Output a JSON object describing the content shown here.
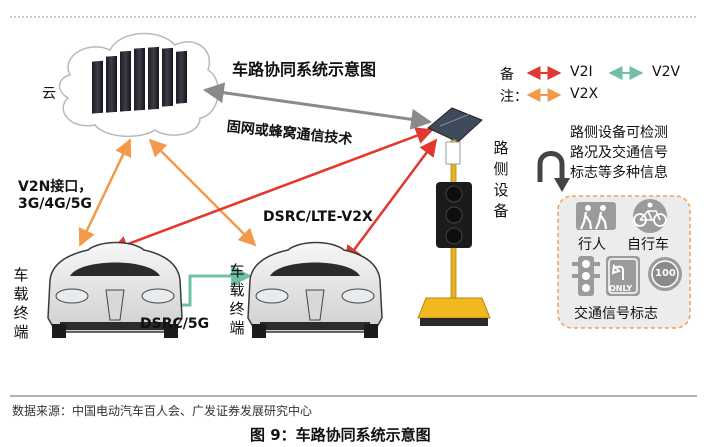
{
  "diagram": {
    "title": "车路协同系统示意图",
    "cloud_label": "云",
    "wired_label": "固网或蜂窝通信技术",
    "v2n_label_line1": "V2N接口，",
    "v2n_label_line2": "3G/4G/5G",
    "dsrc_lte_label": "DSRC/LTE-V2X",
    "dsrc5g_label": "DSRC/5G",
    "vehicle_terminal_left": "车载终端",
    "vehicle_terminal_right": "车载终端",
    "roadside_device": "路侧设备",
    "legend": {
      "prefix_line1": "备",
      "prefix_line2": "注：",
      "v2i": "V2I",
      "v2v": "V2V",
      "v2x": "V2X"
    },
    "roadside_desc_line1": "路侧设备可检测",
    "roadside_desc_line2": "路况及交通信号",
    "roadside_desc_line3": "标志等多种信息",
    "pedestrian_label": "行人",
    "bicycle_label": "自行车",
    "signal_label": "交通信号标志",
    "only_sign": "ONLY",
    "speed_sign": "100"
  },
  "colors": {
    "v2i": "#e2382f",
    "v2v": "#6fbfa5",
    "v2x": "#f29a4a",
    "wired": "#8a8a8a",
    "panel_border": "#f0a05a",
    "panel_bg": "#ececec"
  },
  "footer": {
    "source": "数据来源：中国电动汽车百人会、广发证券发展研究中心",
    "caption": "图 9：车路协同系统示意图"
  }
}
